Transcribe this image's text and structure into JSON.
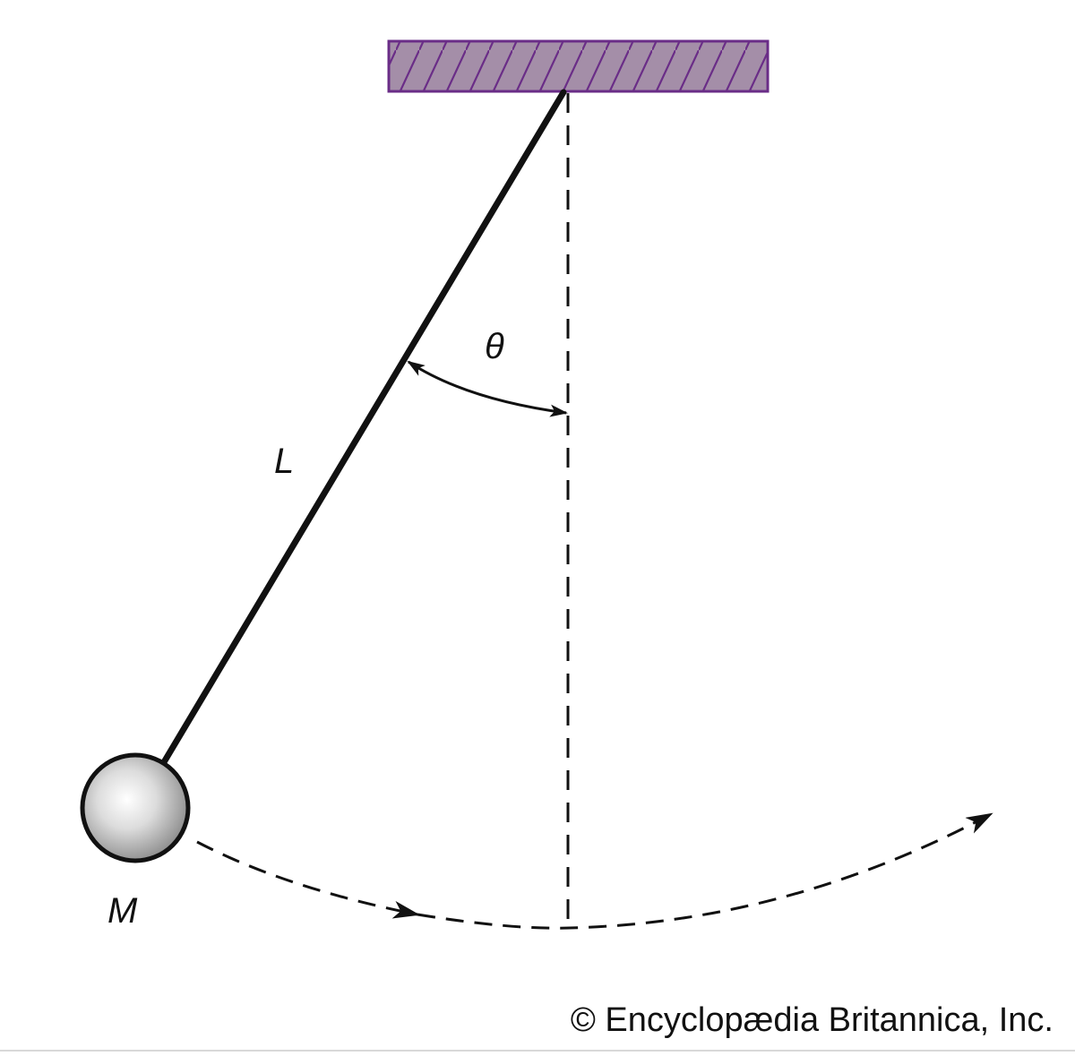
{
  "labels": {
    "length": "L",
    "angle": "θ",
    "mass": "M"
  },
  "credit": "© Encyclopædia Britannica, Inc.",
  "colors": {
    "support_fill": "#a48ea8",
    "support_stroke": "#6a2d87",
    "line": "#111111",
    "bob_light": "#ffffff",
    "bob_dark": "#8a8a8a"
  },
  "icons": {
    "support": "hatched-ceiling-support",
    "bob": "sphere-bob",
    "angle_arrow": "double-headed-arc-arrow",
    "swing_path": "dashed-arc-arrow"
  }
}
